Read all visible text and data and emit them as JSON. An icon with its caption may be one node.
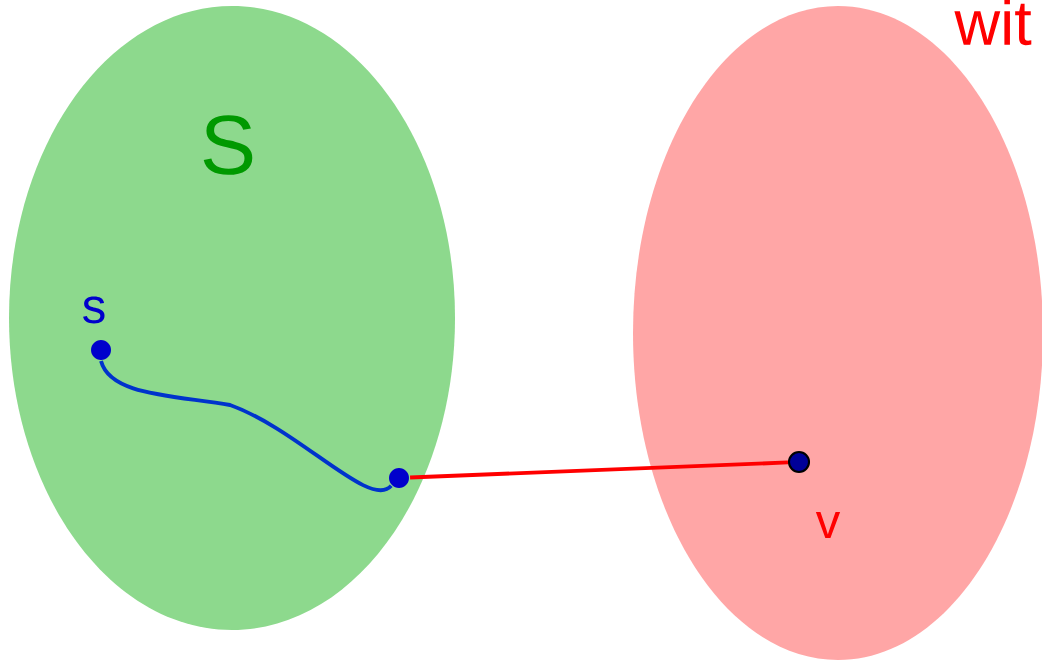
{
  "diagram": {
    "nodes": [
      {
        "text": [
          "S"
        ]
      },
      {
        "text": [
          "s"
        ],
        "in": 0
      },
      {
        "text": [],
        "shape": "circle",
        "in": 0
      },
      {
        "text": [],
        "shape": "ellipse"
      },
      {
        "text": [
          "v"
        ],
        "in": 3
      }
    ],
    "edges": [
      {
        "from": 1,
        "to": 2,
        "arrow": "none",
        "color": "#0033cc"
      },
      {
        "from": 2,
        "to": 4,
        "arrow": "none",
        "color": "#ff0000"
      }
    ],
    "labels": [
      "wit"
    ]
  }
}
